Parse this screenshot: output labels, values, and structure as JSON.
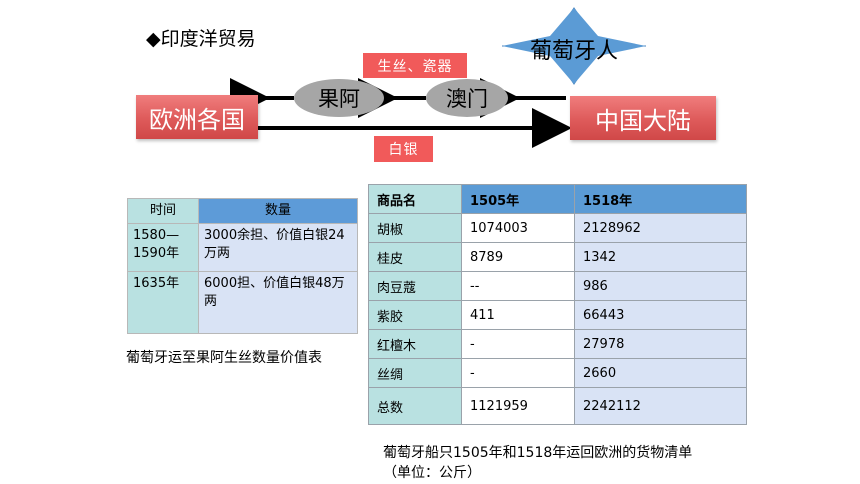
{
  "title": "◆印度洋贸易",
  "diagram": {
    "europe": "欧洲各国",
    "china": "中国大陆",
    "goa": "果阿",
    "macau": "澳门",
    "portugal": "葡萄牙人",
    "silk_porcelain": "生丝、瓷器",
    "silver": "白银",
    "colors": {
      "red_box": "#de5a5a",
      "ellipse": "#a6a6a6",
      "star": "#5b9bd5"
    }
  },
  "quantity_table": {
    "headers": [
      "时间",
      "数量"
    ],
    "rows": [
      [
        "1580—\n1590年",
        "3000余担、价值白银24万两"
      ],
      [
        "1635年",
        "6000担、价值白银48万两"
      ]
    ],
    "caption": "葡萄牙运至果阿生丝数量价值表"
  },
  "goods_table": {
    "headers": [
      "商品名",
      "1505年",
      "1518年"
    ],
    "rows": [
      [
        "胡椒",
        "1074003",
        "2128962"
      ],
      [
        "桂皮",
        "8789",
        "1342"
      ],
      [
        "肉豆蔻",
        "--",
        "986"
      ],
      [
        "紫胶",
        "411",
        "66443"
      ],
      [
        "红檀木",
        "-",
        "27978"
      ],
      [
        "丝绸",
        "-",
        "2660"
      ],
      [
        "总数",
        "1121959",
        "2242112"
      ]
    ],
    "caption_line1": "葡萄牙船只1505年和1518年运回欧洲的货物清单",
    "caption_line2": "（单位：公斤）"
  }
}
